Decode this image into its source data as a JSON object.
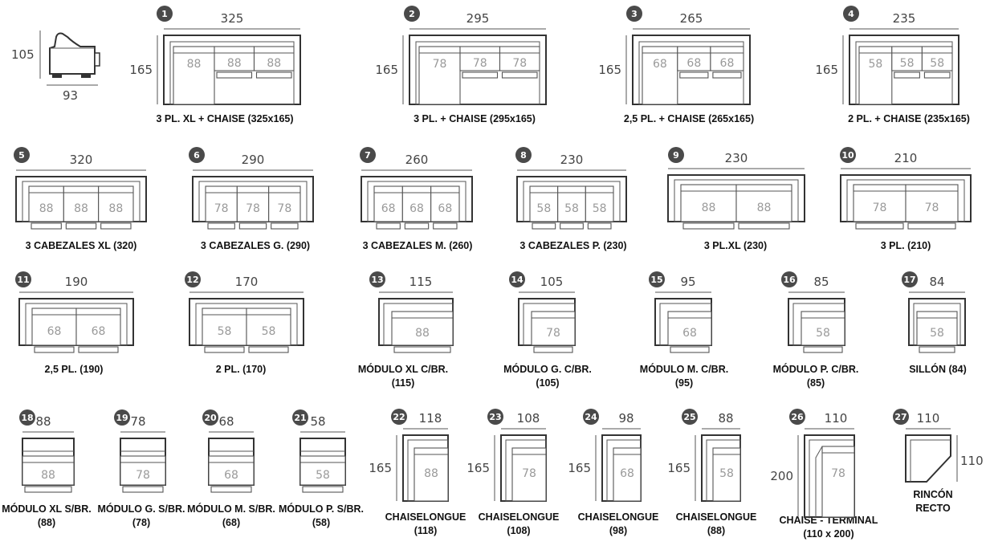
{
  "intro": {
    "w": "93",
    "h": "105"
  },
  "items": [
    {
      "num": "1",
      "width": "325",
      "depth": "165",
      "seats": [
        "88",
        "88",
        "88"
      ],
      "label": [
        "3 PL. XL + CHAISE (325x165)"
      ],
      "type": "chaise"
    },
    {
      "num": "2",
      "width": "295",
      "depth": "165",
      "seats": [
        "78",
        "78",
        "78"
      ],
      "label": [
        "3 PL. + CHAISE (295x165)"
      ],
      "type": "chaise"
    },
    {
      "num": "3",
      "width": "265",
      "depth": "165",
      "seats": [
        "68",
        "68",
        "68"
      ],
      "label": [
        "2,5 PL. + CHAISE (265x165)"
      ],
      "type": "chaise"
    },
    {
      "num": "4",
      "width": "235",
      "depth": "165",
      "seats": [
        "58",
        "58",
        "58"
      ],
      "label": [
        "2 PL. + CHAISE (235x165)"
      ],
      "type": "chaise"
    },
    {
      "num": "5",
      "width": "320",
      "seats": [
        "88",
        "88",
        "88"
      ],
      "label": [
        "3 CABEZALES XL (320)"
      ],
      "type": "sofa"
    },
    {
      "num": "6",
      "width": "290",
      "seats": [
        "78",
        "78",
        "78"
      ],
      "label": [
        "3 CABEZALES G. (290)"
      ],
      "type": "sofa"
    },
    {
      "num": "7",
      "width": "260",
      "seats": [
        "68",
        "68",
        "68"
      ],
      "label": [
        "3 CABEZALES M. (260)"
      ],
      "type": "sofa"
    },
    {
      "num": "8",
      "width": "230",
      "seats": [
        "58",
        "58",
        "58"
      ],
      "label": [
        "3 CABEZALES P. (230)"
      ],
      "type": "sofa"
    },
    {
      "num": "9",
      "width": "230",
      "seats": [
        "88",
        "88"
      ],
      "label": [
        "3 PL.XL (230)"
      ],
      "type": "sofa"
    },
    {
      "num": "10",
      "width": "210",
      "seats": [
        "78",
        "78"
      ],
      "label": [
        "3 PL. (210)"
      ],
      "type": "sofa"
    },
    {
      "num": "11",
      "width": "190",
      "seats": [
        "68",
        "68"
      ],
      "label": [
        "2,5 PL. (190)"
      ],
      "type": "sofa"
    },
    {
      "num": "12",
      "width": "170",
      "seats": [
        "58",
        "58"
      ],
      "label": [
        "2 PL. (170)"
      ],
      "type": "sofa"
    },
    {
      "num": "13",
      "width": "115",
      "seats": [
        "88"
      ],
      "label": [
        "MÓDULO XL C/BR.",
        "(115)"
      ],
      "type": "armmod"
    },
    {
      "num": "14",
      "width": "105",
      "seats": [
        "78"
      ],
      "label": [
        "MÓDULO G. C/BR.",
        "(105)"
      ],
      "type": "armmod"
    },
    {
      "num": "15",
      "width": "95",
      "seats": [
        "68"
      ],
      "label": [
        "MÓDULO M. C/BR.",
        "(95)"
      ],
      "type": "armmod"
    },
    {
      "num": "16",
      "width": "85",
      "seats": [
        "58"
      ],
      "label": [
        "MÓDULO P. C/BR.",
        "(85)"
      ],
      "type": "armmod"
    },
    {
      "num": "17",
      "width": "84",
      "seats": [
        "58"
      ],
      "label": [
        "SILLÓN (84)"
      ],
      "type": "armchair"
    },
    {
      "num": "18",
      "width": "88",
      "seats": [
        "88"
      ],
      "label": [
        "MÓDULO XL S/BR.",
        "(88)"
      ],
      "type": "mod"
    },
    {
      "num": "19",
      "width": "78",
      "seats": [
        "78"
      ],
      "label": [
        "MÓDULO G. S/BR.",
        "(78)"
      ],
      "type": "mod"
    },
    {
      "num": "20",
      "width": "68",
      "seats": [
        "68"
      ],
      "label": [
        "MÓDULO M. S/BR.",
        "(68)"
      ],
      "type": "mod"
    },
    {
      "num": "21",
      "width": "58",
      "seats": [
        "58"
      ],
      "label": [
        "MÓDULO P. S/BR.",
        "(58)"
      ],
      "type": "mod"
    },
    {
      "num": "22",
      "width": "118",
      "depth": "165",
      "seats": [
        "88"
      ],
      "label": [
        "CHAISELONGUE",
        "(118)"
      ],
      "type": "chaiselongue"
    },
    {
      "num": "23",
      "width": "108",
      "depth": "165",
      "seats": [
        "78"
      ],
      "label": [
        "CHAISELONGUE",
        "(108)"
      ],
      "type": "chaiselongue"
    },
    {
      "num": "24",
      "width": "98",
      "depth": "165",
      "seats": [
        "68"
      ],
      "label": [
        "CHAISELONGUE",
        "(98)"
      ],
      "type": "chaiselongue"
    },
    {
      "num": "25",
      "width": "88",
      "depth": "165",
      "seats": [
        "58"
      ],
      "label": [
        "CHAISELONGUE",
        "(88)"
      ],
      "type": "chaiselongue"
    },
    {
      "num": "26",
      "width": "110",
      "depth": "200",
      "seats": [
        "78"
      ],
      "label": [
        "CHAISE - TERMINAL",
        "(110 x 200)"
      ],
      "type": "terminal"
    },
    {
      "num": "27",
      "width": "110",
      "depth": "110",
      "seats": [],
      "label": [
        "RINCÓN",
        "RECTO"
      ],
      "type": "corner"
    }
  ]
}
